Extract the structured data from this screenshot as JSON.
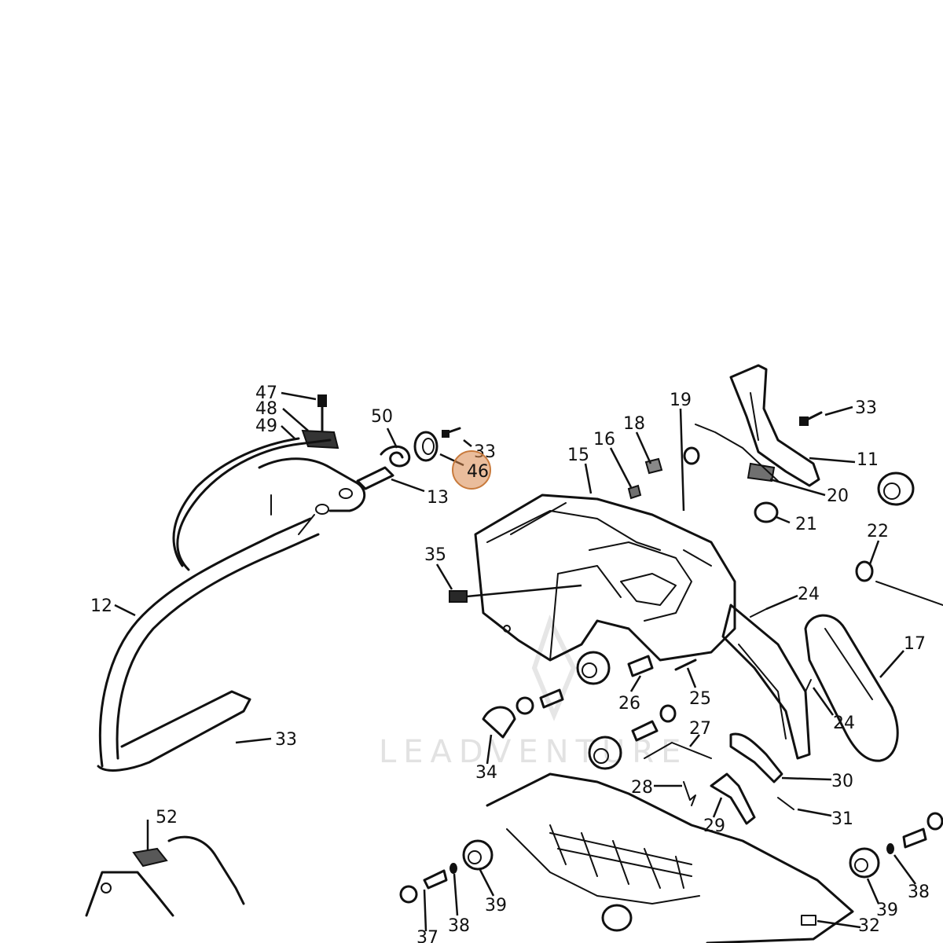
{
  "watermark": "LEADVENTURE",
  "highlight": {
    "label": "46",
    "color": "#d9874a"
  },
  "labels": {
    "l47": "47",
    "l48": "48",
    "l49": "49",
    "l50": "50",
    "l33a": "33",
    "l13": "13",
    "l12": "12",
    "l33b": "33",
    "l52": "52",
    "l35": "35",
    "l15": "15",
    "l16": "16",
    "l18": "18",
    "l19": "19",
    "l33c": "33",
    "l11": "11",
    "l20": "20",
    "l21": "21",
    "l22": "22",
    "l24a": "24",
    "l17": "17",
    "l26": "26",
    "l25": "25",
    "l24b": "24",
    "l34": "34",
    "l27": "27",
    "l28": "28",
    "l30": "30",
    "l29": "29",
    "l31": "31",
    "l39a": "39",
    "l39b": "39",
    "l38a": "38",
    "l38b": "38",
    "l37": "37",
    "l32": "32"
  }
}
